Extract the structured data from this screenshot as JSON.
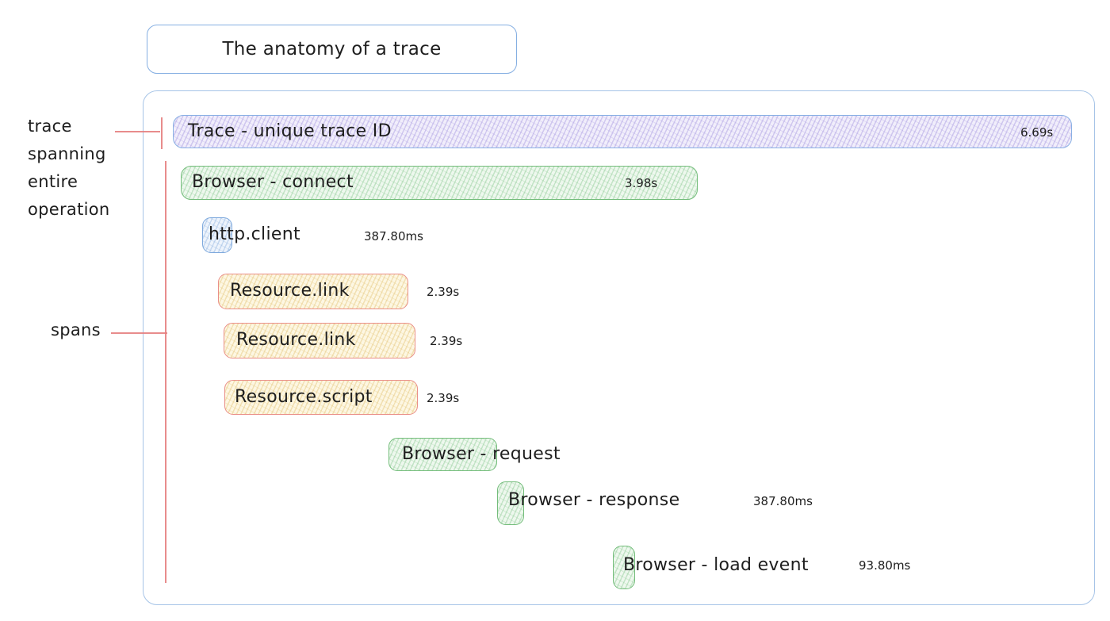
{
  "title": "The anatomy of a trace",
  "annotations": {
    "trace": "trace\nspanning\nentire\noperation",
    "spans": "spans"
  },
  "spans": [
    {
      "name": "trace-root",
      "label": "Trace - unique trace ID",
      "duration": "6.69s",
      "color": "purple"
    },
    {
      "name": "browser-connect",
      "label": "Browser - connect",
      "duration": "3.98s",
      "color": "green"
    },
    {
      "name": "http-client",
      "label": "http.client",
      "duration": "387.80ms",
      "color": "blue"
    },
    {
      "name": "resource-link-1",
      "label": "Resource.link",
      "duration": "2.39s",
      "color": "yellow"
    },
    {
      "name": "resource-link-2",
      "label": "Resource.link",
      "duration": "2.39s",
      "color": "yellow"
    },
    {
      "name": "resource-script",
      "label": "Resource.script",
      "duration": "2.39s",
      "color": "yellow"
    },
    {
      "name": "browser-request",
      "label": "Browser - request",
      "duration": "",
      "color": "green"
    },
    {
      "name": "browser-response",
      "label": "Browser - response",
      "duration": "387.80ms",
      "color": "green"
    },
    {
      "name": "browser-load-event",
      "label": "Browser - load event",
      "duration": "93.80ms",
      "color": "green"
    }
  ],
  "palette": {
    "frame_border": "#a6c4e7",
    "title_border": "#85afe2",
    "trace_fill": "#f1eefb",
    "trace_hatch": "#9e8edd",
    "trace_border": "#8ab0e4",
    "green_border": "#74bd7b",
    "green_fill": "#eef8ee",
    "blue_border": "#7ea9dd",
    "blue_fill": "#eef4fc",
    "yellow_border": "#ea8f88",
    "yellow_fill": "#fdf7e3",
    "annotation_line_red": "#e57f7f",
    "text": "#1e1e1e"
  }
}
